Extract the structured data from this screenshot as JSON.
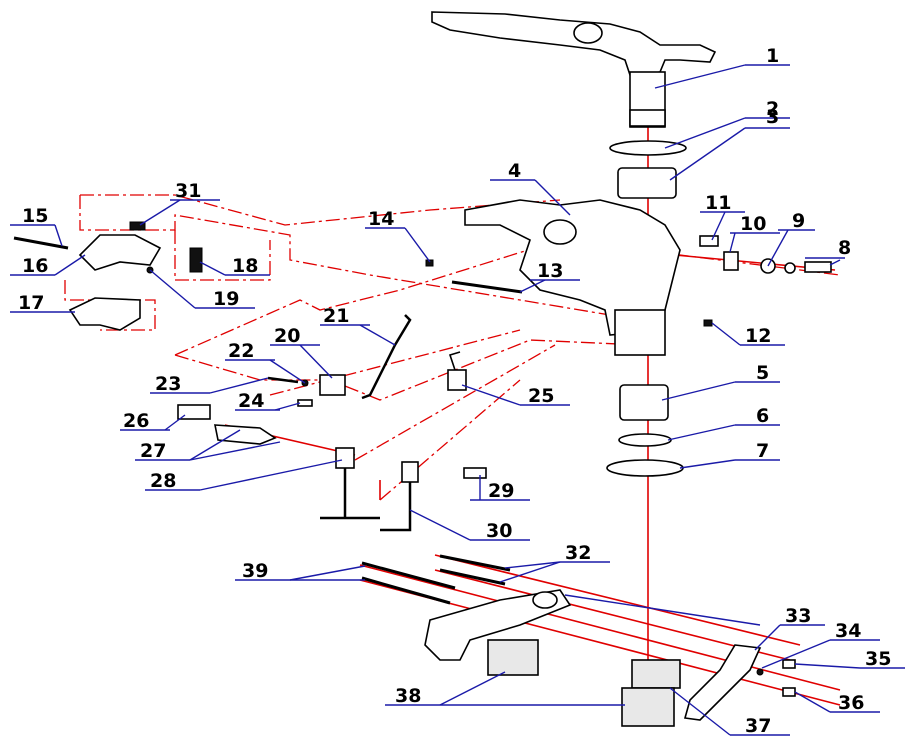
{
  "diagram": {
    "callouts": [
      "1",
      "2",
      "3",
      "4",
      "5",
      "6",
      "7",
      "8",
      "9",
      "10",
      "11",
      "12",
      "13",
      "14",
      "15",
      "16",
      "17",
      "18",
      "19",
      "20",
      "21",
      "22",
      "23",
      "24",
      "25",
      "26",
      "27",
      "28",
      "29",
      "30",
      "31",
      "32",
      "33",
      "34",
      "35",
      "36",
      "37",
      "38",
      "39"
    ]
  },
  "colors": {
    "leader_lines": "#1a1aa8",
    "assembly_lines": "#e00000",
    "outline": "#000000",
    "background": "#ffffff"
  }
}
